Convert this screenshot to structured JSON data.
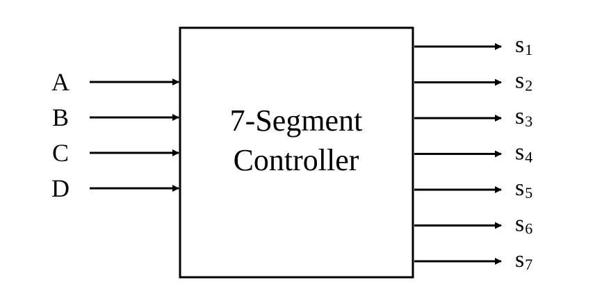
{
  "block": {
    "title_line1": "7-Segment",
    "title_line2": "Controller"
  },
  "inputs": [
    "A",
    "B",
    "C",
    "D"
  ],
  "outputs": [
    {
      "base": "s",
      "sub": "1"
    },
    {
      "base": "s",
      "sub": "2"
    },
    {
      "base": "s",
      "sub": "3"
    },
    {
      "base": "s",
      "sub": "4"
    },
    {
      "base": "s",
      "sub": "5"
    },
    {
      "base": "s",
      "sub": "6"
    },
    {
      "base": "s",
      "sub": "7"
    }
  ],
  "colors": {
    "stroke": "#000000",
    "background": "#ffffff"
  }
}
